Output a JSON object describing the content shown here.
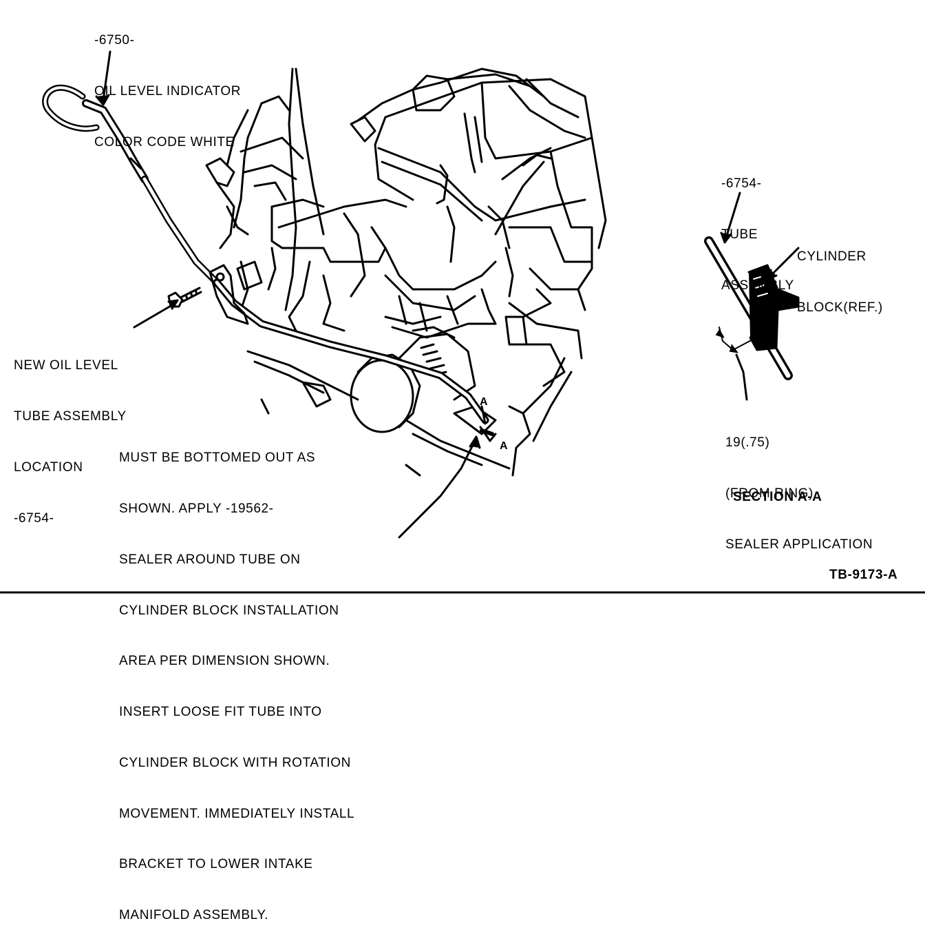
{
  "callouts": {
    "oil_level_indicator": [
      "-6750-",
      "OIL LEVEL INDICATOR",
      "COLOR CODE WHITE"
    ],
    "new_tube_location": [
      "NEW OIL LEVEL",
      "TUBE ASSEMBLY",
      "LOCATION",
      "-6754-"
    ],
    "install_note": [
      "MUST BE BOTTOMED OUT AS",
      "SHOWN. APPLY -19562-",
      "SEALER AROUND TUBE ON",
      "CYLINDER BLOCK INSTALLATION",
      "AREA PER DIMENSION SHOWN.",
      "INSERT LOOSE FIT TUBE INTO",
      "CYLINDER BLOCK WITH ROTATION",
      "MOVEMENT. IMMEDIATELY INSTALL",
      "BRACKET TO LOWER INTAKE",
      "MANIFOLD ASSEMBLY."
    ],
    "tube_assembly": [
      "-6754-",
      "TUBE",
      "ASSEMBLY"
    ],
    "cylinder_block": [
      "CYLINDER",
      "BLOCK(REF.)"
    ],
    "sealer_application": [
      "19(.75)",
      "(FROM RING)",
      "SEALER APPLICATION"
    ]
  },
  "section_markers": {
    "upper": "A",
    "lower": "A"
  },
  "section_title": "SECTION A-A",
  "figure_id": "TB-9173-A",
  "colors": {
    "ink": "#000000",
    "paper": "#ffffff"
  }
}
